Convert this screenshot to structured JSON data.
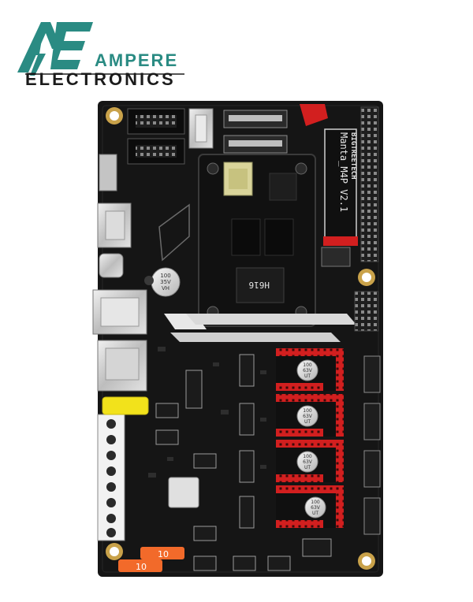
{
  "logo": {
    "mark": "AE",
    "line1": "AMPERE",
    "line2": "ELECTRONICS",
    "colors": {
      "teal": "#2a8b83",
      "dark": "#1b1b1b"
    }
  },
  "board": {
    "model_label": "Manta_M4P V2.1",
    "brand_label": "BIGTREETECH",
    "chip_label": "H616",
    "capacitor_large_label": [
      "100",
      "35V",
      "VH"
    ],
    "capacitor_driver_label": [
      "100",
      "63V",
      "UT"
    ],
    "fuse_labels": [
      "10",
      "10"
    ],
    "colors": {
      "pcb": "#151515",
      "red": "#d21f1f",
      "yellow": "#f2e21b",
      "orange": "#f26a2a"
    }
  }
}
